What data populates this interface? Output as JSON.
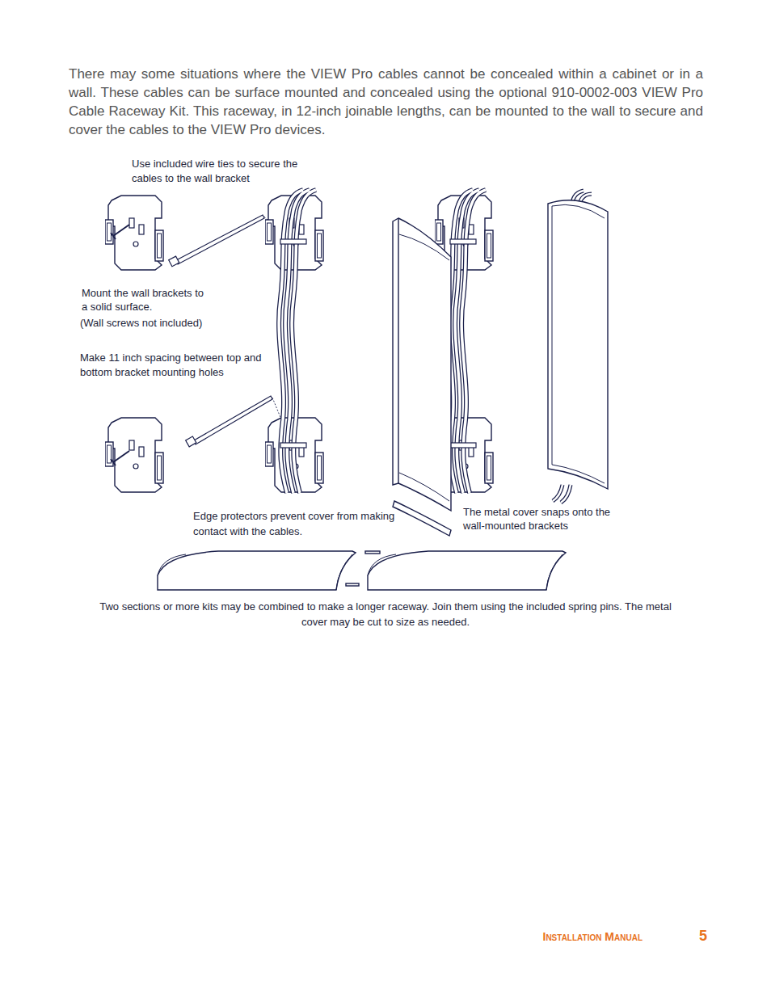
{
  "diagram": {
    "labels": [
      "There may some situations where the VIEW Pro cables cannot be concealed within a cabinet or in a wall. These cables can be surface mounted and concealed using the optional 910-0002-003 VIEW Pro Cable Raceway Kit. This raceway, in 12-inch joinable lengths, can be mounted to the wall to secure and cover the cables to the VIEW Pro devices.",
      "Use included wire ties to secure the cables to the wall bracket",
      "Mount the wall brackets to a solid surface.",
      "(Wall screws not included)",
      "Make 11 inch spacing between top and bottom bracket mounting holes",
      "Edge protectors prevent cover from making contact with the cables.",
      "The metal cover snaps onto the wall-mounted brackets",
      "Two sections or more kits may be combined to make a longer raceway. Join them using the included spring pins. The metal cover may be cut to size as needed.",
      "Installation Manual",
      "5"
    ]
  }
}
